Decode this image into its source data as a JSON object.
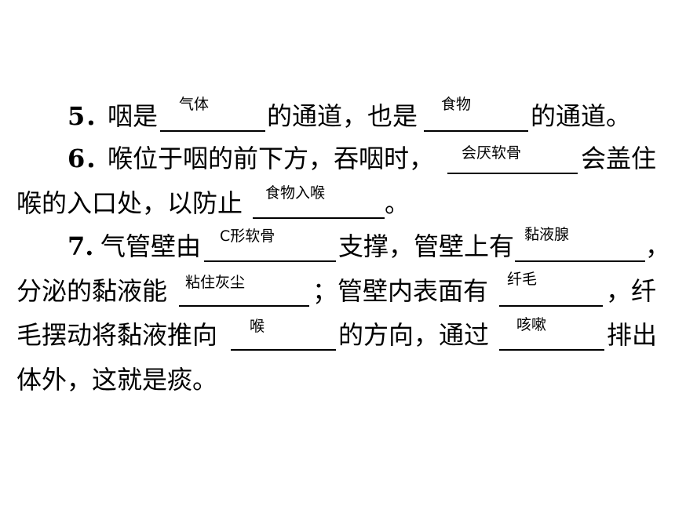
{
  "q5": {
    "num": "5．",
    "p1": "咽是",
    "a1": "气体",
    "p2": "的通道，也是",
    "a2": "食物",
    "p3": "的通道。"
  },
  "q6": {
    "num": "6．",
    "p1": "喉位于咽的前下方，吞咽时，",
    "a1": "会厌软骨",
    "p2": "会盖住",
    "p3": "喉的入口处，以防止",
    "a2": "食物入喉",
    "p4": "。"
  },
  "q7": {
    "num": "7. ",
    "p1": "气管壁由",
    "a1": "C形软骨",
    "p2": "支撑，管壁上有",
    "a2": "黏液腺",
    "p3": "，",
    "p4": "分泌的黏液能",
    "a3": "粘住灰尘",
    "p5": "；管壁内表面有",
    "a4": "纤毛",
    "p6": "，纤",
    "p7": "毛摆动将黏液推向",
    "a5": "喉",
    "p8": "的方向，通过",
    "a6": "咳嗽",
    "p9": "排出",
    "p10": "体外，这就是痰。"
  }
}
